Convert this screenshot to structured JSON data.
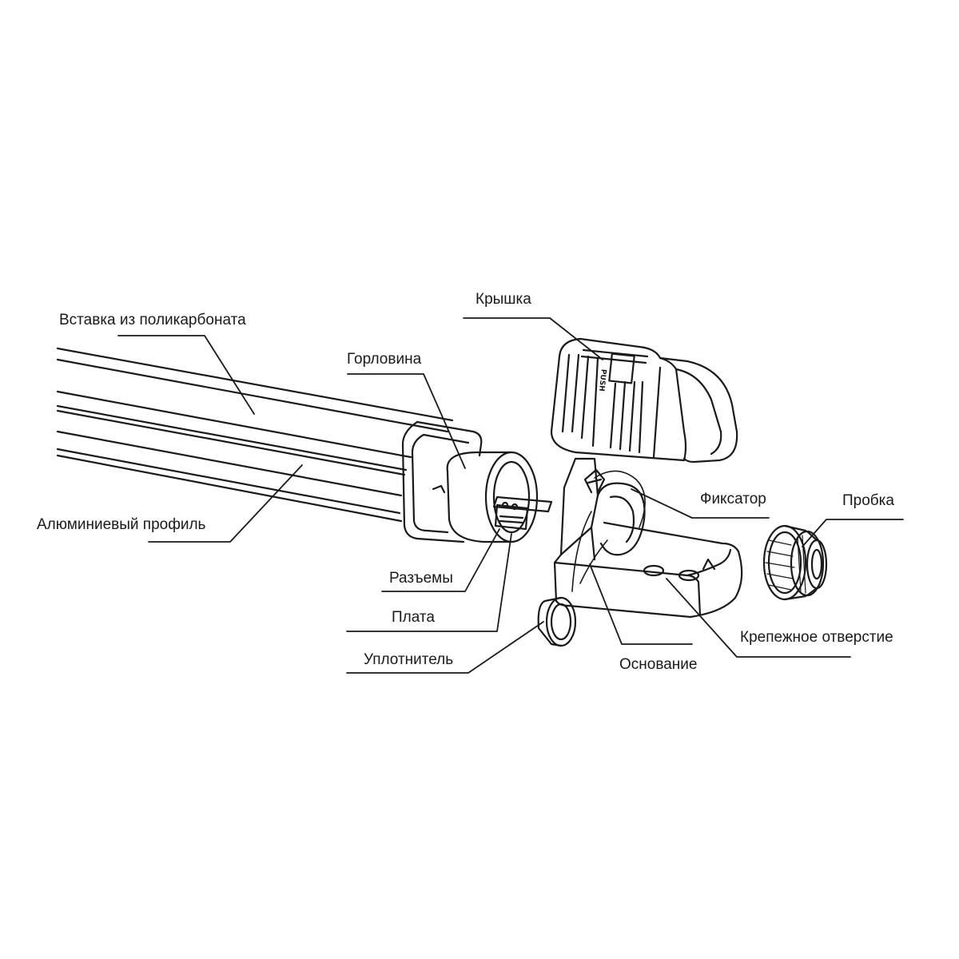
{
  "labels": {
    "polycarbonate_insert": "Вставка из поликарбоната",
    "neck": "Горловина",
    "cover": "Крышка",
    "aluminum_profile": "Алюминиевый профиль",
    "retainer": "Фиксатор",
    "plug": "Пробка",
    "connectors": "Разъемы",
    "board": "Плата",
    "mounting_hole": "Крепежное отверстие",
    "seal": "Уплотнитель",
    "base": "Основание"
  },
  "cover_marking": "PUSH",
  "colors": {
    "line": "#1a1a1a",
    "background": "#ffffff"
  }
}
